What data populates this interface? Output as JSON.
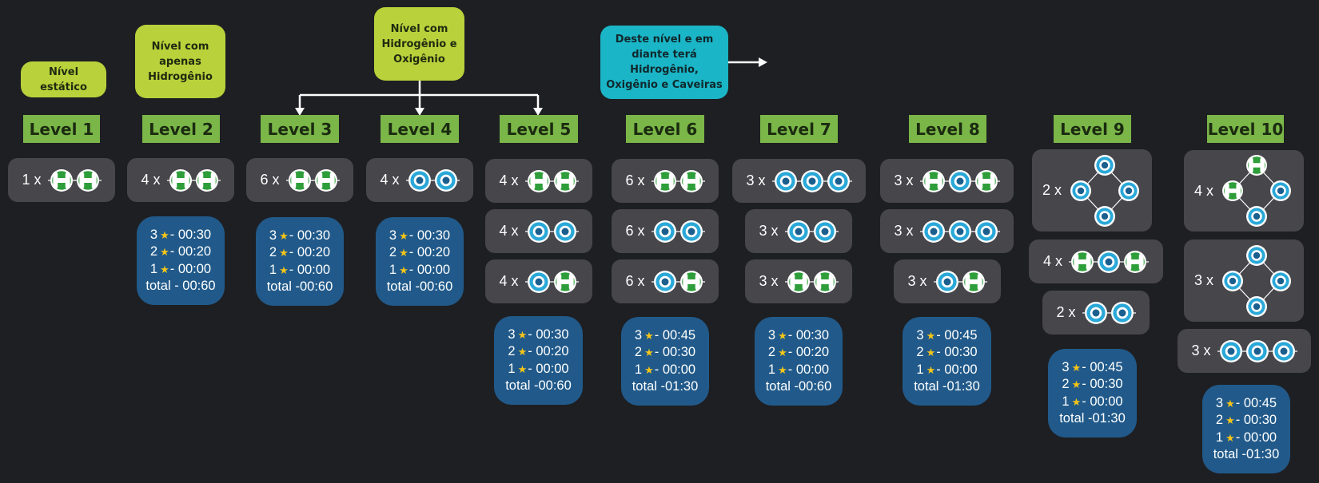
{
  "notes": {
    "static_level": "Nível estático",
    "hydrogen_only": "Nível com apenas Hidrogênio",
    "hydrogen_oxygen": "Nível com Hidrogênio e Oxigênio",
    "from_here_on": "Deste nível e em diante terá Hidrogênio, Oxigênio e Caveiras"
  },
  "star_symbol": "★",
  "colors": {
    "background": "#1e1f23",
    "level_label": "#7ab648",
    "note_green": "#b9d13a",
    "note_teal": "#1ab5c6",
    "molecule_card": "#46464b",
    "score_card": "#215a8a",
    "hydrogen_atom": "#2e9e3a",
    "oxygen_atom": "#2aa8d8",
    "star": "#f5c518"
  },
  "levels": [
    {
      "label": "Level 1",
      "molecules": [
        {
          "count": "1 x",
          "type": "hydrogen-pair"
        }
      ],
      "scores": null
    },
    {
      "label": "Level 2",
      "molecules": [
        {
          "count": "4 x",
          "type": "hydrogen-pair"
        }
      ],
      "scores": {
        "three": "- 00:30",
        "two": "- 00:20",
        "one": "- 00:00",
        "total": "total - 00:60"
      }
    },
    {
      "label": "Level 3",
      "molecules": [
        {
          "count": "6 x",
          "type": "hydrogen-pair"
        }
      ],
      "scores": {
        "three": "- 00:30",
        "two": "- 00:20",
        "one": "- 00:00",
        "total": "total -00:60"
      }
    },
    {
      "label": "Level 4",
      "molecules": [
        {
          "count": "4 x",
          "type": "oxygen-pair"
        }
      ],
      "scores": {
        "three": "- 00:30",
        "two": "- 00:20",
        "one": "- 00:00",
        "total": "total -00:60"
      }
    },
    {
      "label": "Level 5",
      "molecules": [
        {
          "count": "4 x",
          "type": "hydrogen-pair"
        },
        {
          "count": "4 x",
          "type": "oxygen-pair"
        },
        {
          "count": "4 x",
          "type": "oxygen-hydrogen"
        }
      ],
      "scores": {
        "three": "- 00:30",
        "two": "- 00:20",
        "one": "- 00:00",
        "total": "total -00:60"
      }
    },
    {
      "label": "Level 6",
      "molecules": [
        {
          "count": "6 x",
          "type": "hydrogen-pair"
        },
        {
          "count": "6 x",
          "type": "oxygen-pair"
        },
        {
          "count": "6 x",
          "type": "oxygen-hydrogen"
        }
      ],
      "scores": {
        "three": "- 00:45",
        "two": "- 00:30",
        "one": "- 00:00",
        "total": "total -01:30"
      }
    },
    {
      "label": "Level 7",
      "molecules": [
        {
          "count": "3 x",
          "type": "oxygen-triple"
        },
        {
          "count": "3 x",
          "type": "oxygen-pair"
        },
        {
          "count": "3 x",
          "type": "hydrogen-pair"
        }
      ],
      "scores": {
        "three": "- 00:30",
        "two": "- 00:20",
        "one": "- 00:00",
        "total": "total -00:60"
      }
    },
    {
      "label": "Level 8",
      "molecules": [
        {
          "count": "3 x",
          "type": "hydrogen-oxygen-hydrogen"
        },
        {
          "count": "3 x",
          "type": "oxygen-triple"
        },
        {
          "count": "3 x",
          "type": "oxygen-hydrogen"
        }
      ],
      "scores": {
        "three": "- 00:45",
        "two": "- 00:30",
        "one": "- 00:00",
        "total": "total -01:30"
      }
    },
    {
      "label": "Level 9",
      "molecules": [
        {
          "count": "2 x",
          "type": "oxygen-ring"
        },
        {
          "count": "4 x",
          "type": "hydrogen-oxygen-hydrogen"
        },
        {
          "count": "2 x",
          "type": "oxygen-pair"
        }
      ],
      "scores": {
        "three": "- 00:45",
        "two": "- 00:30",
        "one": "- 00:00",
        "total": "total -01:30"
      }
    },
    {
      "label": "Level 10",
      "molecules": [
        {
          "count": "4 x",
          "type": "mixed-ring"
        },
        {
          "count": "3 x",
          "type": "oxygen-ring"
        },
        {
          "count": "3 x",
          "type": "oxygen-triple"
        }
      ],
      "scores": {
        "three": "- 00:45",
        "two": "- 00:30",
        "one": "- 00:00",
        "total": "total -01:30"
      }
    }
  ]
}
